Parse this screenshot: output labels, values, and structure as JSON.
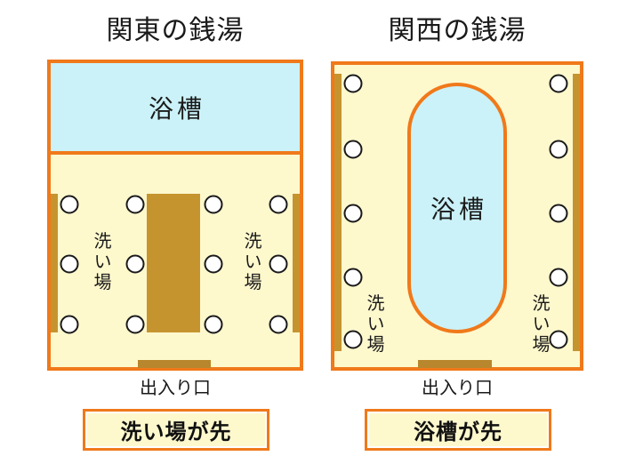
{
  "page": {
    "background": "#ffffff",
    "description_labels": {
      "kanto_title": "関東の銭湯",
      "kansai_title": "関西の銭湯"
    }
  },
  "colors": {
    "page_bg": "#ffffff",
    "outline": "#F0791A",
    "room_fill": "#FEF8CD",
    "water_fill": "#CBF2F8",
    "wood_fill": "#C6942F",
    "entrance_fill": "#B8862C",
    "faucet_fill": "#FFFFFF"
  },
  "kanto": {
    "title": "関東の銭湯",
    "tub_label": "浴槽",
    "wash_area_label": "洗い場",
    "entrance_label": "出入り口",
    "caption": "洗い場が先",
    "faucet_grid": {
      "cols": 4,
      "rows": 3
    },
    "faucet_total": 12
  },
  "kansai": {
    "title": "関西の銭湯",
    "tub_label": "浴槽",
    "wash_area_label": "洗い場",
    "entrance_label": "出入り口",
    "caption": "浴槽が先",
    "faucet_grid": {
      "cols": 2,
      "rows": 5
    },
    "faucet_total": 10
  }
}
